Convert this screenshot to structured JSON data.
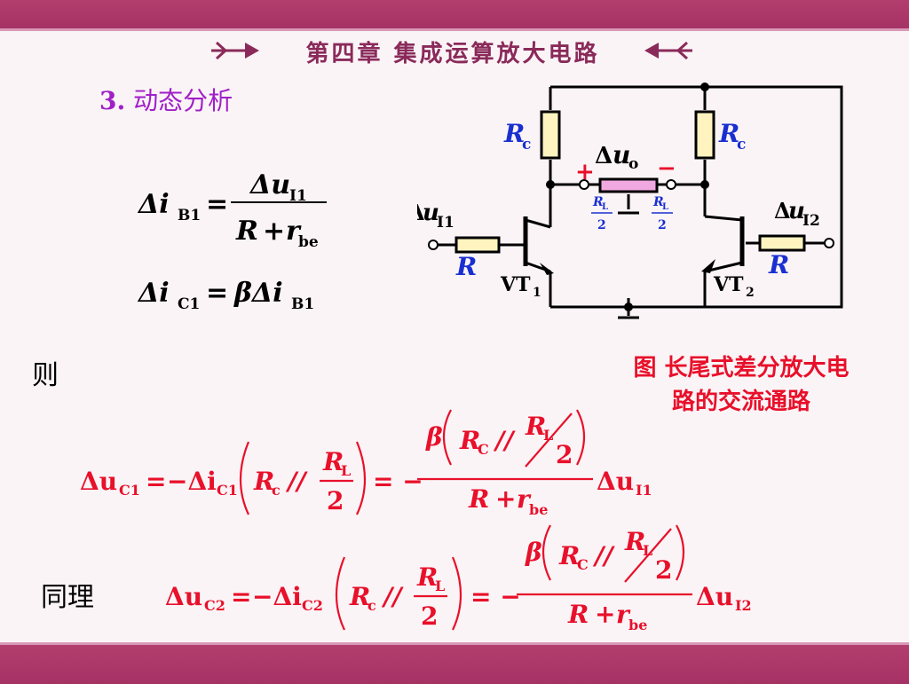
{
  "header": {
    "title": "第四章 集成运算放大电路"
  },
  "section": {
    "number": "3.",
    "title": "动态分析"
  },
  "labels": {
    "then": "则",
    "likewise": "同理"
  },
  "caption": {
    "line1": "图 长尾式差分放大电",
    "line2": "路的交流通路"
  },
  "circuit": {
    "rc": "R",
    "rc_sub": "c",
    "r": "R",
    "delta": "Δ",
    "uo": "u",
    "uo_sub": "o",
    "ui1": "u",
    "ui1_sub": "I1",
    "ui2": "u",
    "ui2_sub": "I2",
    "rl": "R",
    "rl_sub": "L",
    "two": "2",
    "plus": "+",
    "minus": "−",
    "vt1": "VT",
    "vt1_sub": "1",
    "vt2": "VT",
    "vt2_sub": "2"
  },
  "eq1": {
    "lhs": "Δi",
    "lhs_sub": "B1",
    "eq": "=",
    "num": "Δu",
    "num_sub": "I1",
    "den_r": "R",
    "den_plus": "+",
    "den_rbe": "r",
    "den_rbe_sub": "be"
  },
  "eq2": {
    "lhs": "Δi",
    "lhs_sub": "C1",
    "eq": "=",
    "rhs": "βΔi",
    "rhs_sub": "B1"
  },
  "eq3": {
    "lhs": "Δu",
    "lhs_sub": "C1",
    "eq": "=",
    "term": "−Δi",
    "term_sub": "C1",
    "rc": "R",
    "rc_sub": "c",
    "par": "//",
    "rl": "R",
    "rl_sub": "L",
    "two": "2",
    "eq2": "= −",
    "beta": "β",
    "rC": "R",
    "rC_sub": "C",
    "den_r": "R",
    "den_plus": "+",
    "den_rbe": "r",
    "den_rbe_sub": "be",
    "tail": "Δu",
    "tail_sub": "I1"
  },
  "eq4": {
    "lhs": "Δu",
    "lhs_sub": "C2",
    "eq": "=",
    "term": "−Δi",
    "term_sub": "C2",
    "rc": "R",
    "rc_sub": "c",
    "par": "//",
    "rl": "R",
    "rl_sub": "L",
    "two": "2",
    "eq2": "= −",
    "beta": "β",
    "rC": "R",
    "rC_sub": "C",
    "den_r": "R",
    "den_plus": "+",
    "den_rbe": "r",
    "den_rbe_sub": "be",
    "tail": "Δu",
    "tail_sub": "I2"
  },
  "colors": {
    "accent_red": "#e8102a",
    "blue": "#1a2fd0",
    "purple": "#a020c8",
    "band": "#a83568"
  }
}
